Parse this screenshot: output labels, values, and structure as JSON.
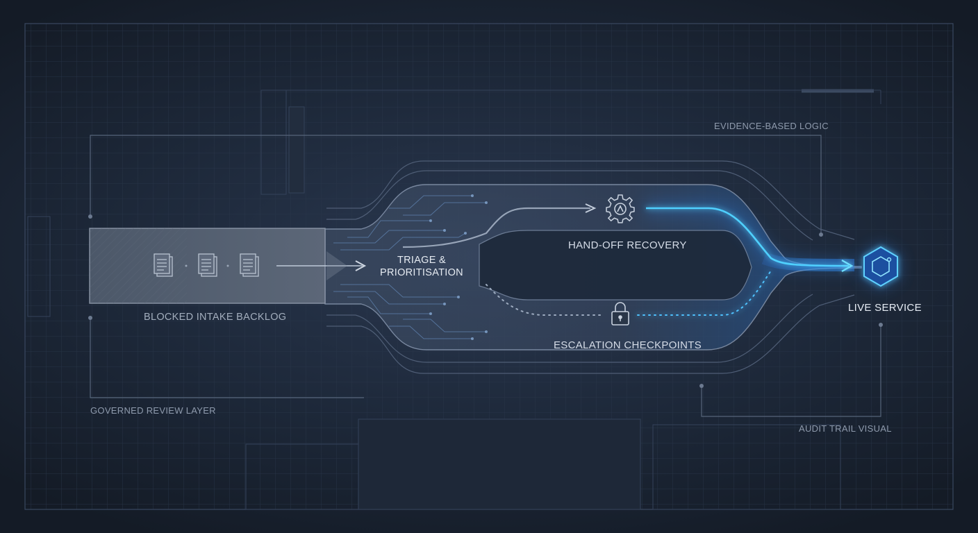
{
  "annotations": {
    "evidence": "EVIDENCE-BASED LOGIC",
    "governed": "GOVERNED REVIEW LAYER",
    "audit": "AUDIT TRAIL VISUAL"
  },
  "backlog": {
    "label": "BLOCKED INTAKE BACKLOG",
    "icons": [
      "document-stack-icon",
      "document-stack-icon",
      "document-stack-icon"
    ]
  },
  "triage": {
    "line1": "TRIAGE &",
    "line2": "PRIORITISATION"
  },
  "paths": {
    "upper": {
      "label": "HAND-OFF RECOVERY",
      "icon": "gear-icon"
    },
    "lower": {
      "label": "ESCALATION CHECKPOINTS",
      "icon": "lock-icon"
    }
  },
  "endpoint": {
    "label": "LIVE SERVICE",
    "icon": "hexagon-cube-icon"
  },
  "colors": {
    "background": "#1d2839",
    "grid": "#2f3d52",
    "accent": "#3fc6ff",
    "text": "#d6dde8",
    "muted": "#8f9bad"
  }
}
